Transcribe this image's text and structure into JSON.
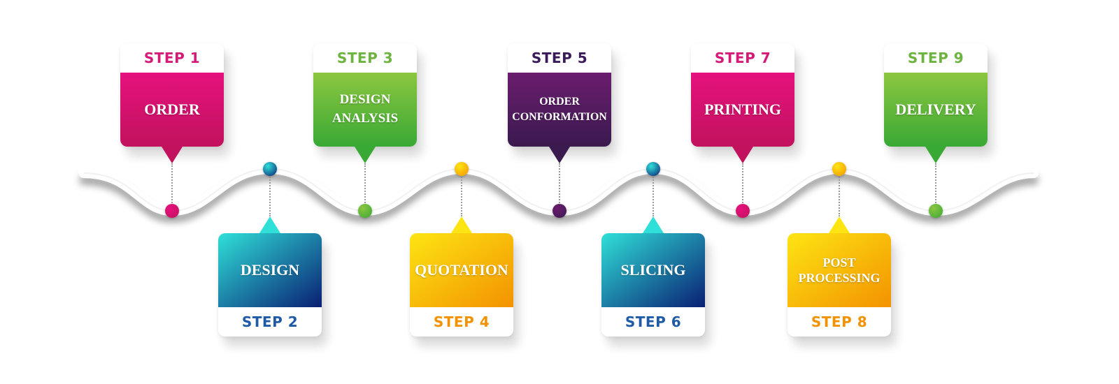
{
  "steps": [
    {
      "step": "STEP 1",
      "title": "ORDER",
      "position": "top",
      "color_top": "#e5127d",
      "color_bottom": "#c2125e",
      "label_color": "#d61a78"
    },
    {
      "step": "STEP 2",
      "title": "DESIGN",
      "position": "bottom",
      "color_top": "#2fe0d8",
      "color_bottom": "#0a1f73",
      "label_color": "#1f5aa6"
    },
    {
      "step": "STEP 3",
      "title": "DESIGN ANALYSIS",
      "position": "top",
      "color_top": "#8cc63f",
      "color_bottom": "#39a935",
      "label_color": "#6cb33f"
    },
    {
      "step": "STEP 4",
      "title": "QUOTATION",
      "position": "bottom",
      "color_top": "#fde513",
      "color_bottom": "#f39200",
      "label_color": "#f39200"
    },
    {
      "step": "STEP 5",
      "title": "ORDER CONFORMATION",
      "position": "top",
      "color_top": "#6b1d6e",
      "color_bottom": "#3a1a4f",
      "label_color": "#3b1a5a"
    },
    {
      "step": "STEP 6",
      "title": "SLICING",
      "position": "bottom",
      "color_top": "#2fe0d8",
      "color_bottom": "#0a1f73",
      "label_color": "#1f5aa6"
    },
    {
      "step": "STEP 7",
      "title": "PRINTING",
      "position": "top",
      "color_top": "#e5127d",
      "color_bottom": "#c2125e",
      "label_color": "#d61a78"
    },
    {
      "step": "STEP 8",
      "title": "POST PROCESSING",
      "position": "bottom",
      "color_top": "#fde513",
      "color_bottom": "#f39200",
      "label_color": "#f39200"
    },
    {
      "step": "STEP 9",
      "title": "DELIVERY",
      "position": "top",
      "color_top": "#8cc63f",
      "color_bottom": "#39a935",
      "label_color": "#6cb33f"
    }
  ]
}
